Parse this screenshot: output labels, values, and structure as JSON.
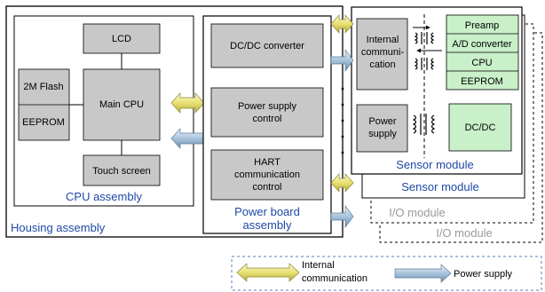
{
  "housing": {
    "label": "Housing assembly",
    "cpu_assembly_label": "CPU assembly",
    "lcd": "LCD",
    "flash": "2M Flash",
    "eeprom": "EEPROM",
    "main_cpu": "Main CPU",
    "touch_screen": "Touch screen"
  },
  "power_board": {
    "label_line1": "Power board",
    "label_line2": "assembly",
    "dcdc": "DC/DC converter",
    "power_supply_control": [
      "Power supply",
      "control"
    ],
    "hart": [
      "HART",
      "communication",
      "control"
    ]
  },
  "sensor_module": {
    "internal_comm": [
      "Internal",
      "communi-",
      "cation"
    ],
    "power_supply": [
      "Power",
      "supply"
    ],
    "preamp": "Preamp",
    "ad_converter": "A/D converter",
    "cpu": "CPU",
    "eeprom": "EEPROM",
    "dcdc": "DC/DC",
    "label": "Sensor module",
    "label_back": "Sensor module"
  },
  "io_modules": [
    "I/O module",
    "I/O module"
  ],
  "legend": {
    "internal_comm": [
      "Internal",
      "communication"
    ],
    "power_supply": "Power supply"
  },
  "colors": {
    "box_fill": "#c8c8c8",
    "green_fill": "#c9f0c9",
    "blue_text": "#1f48a8",
    "gray_text": "#9a9a9a",
    "comm_arrow": [
      "#c8c450",
      "#fffdd8"
    ],
    "power_arrow": [
      "#8aa9c4",
      "#dde9f3"
    ]
  }
}
